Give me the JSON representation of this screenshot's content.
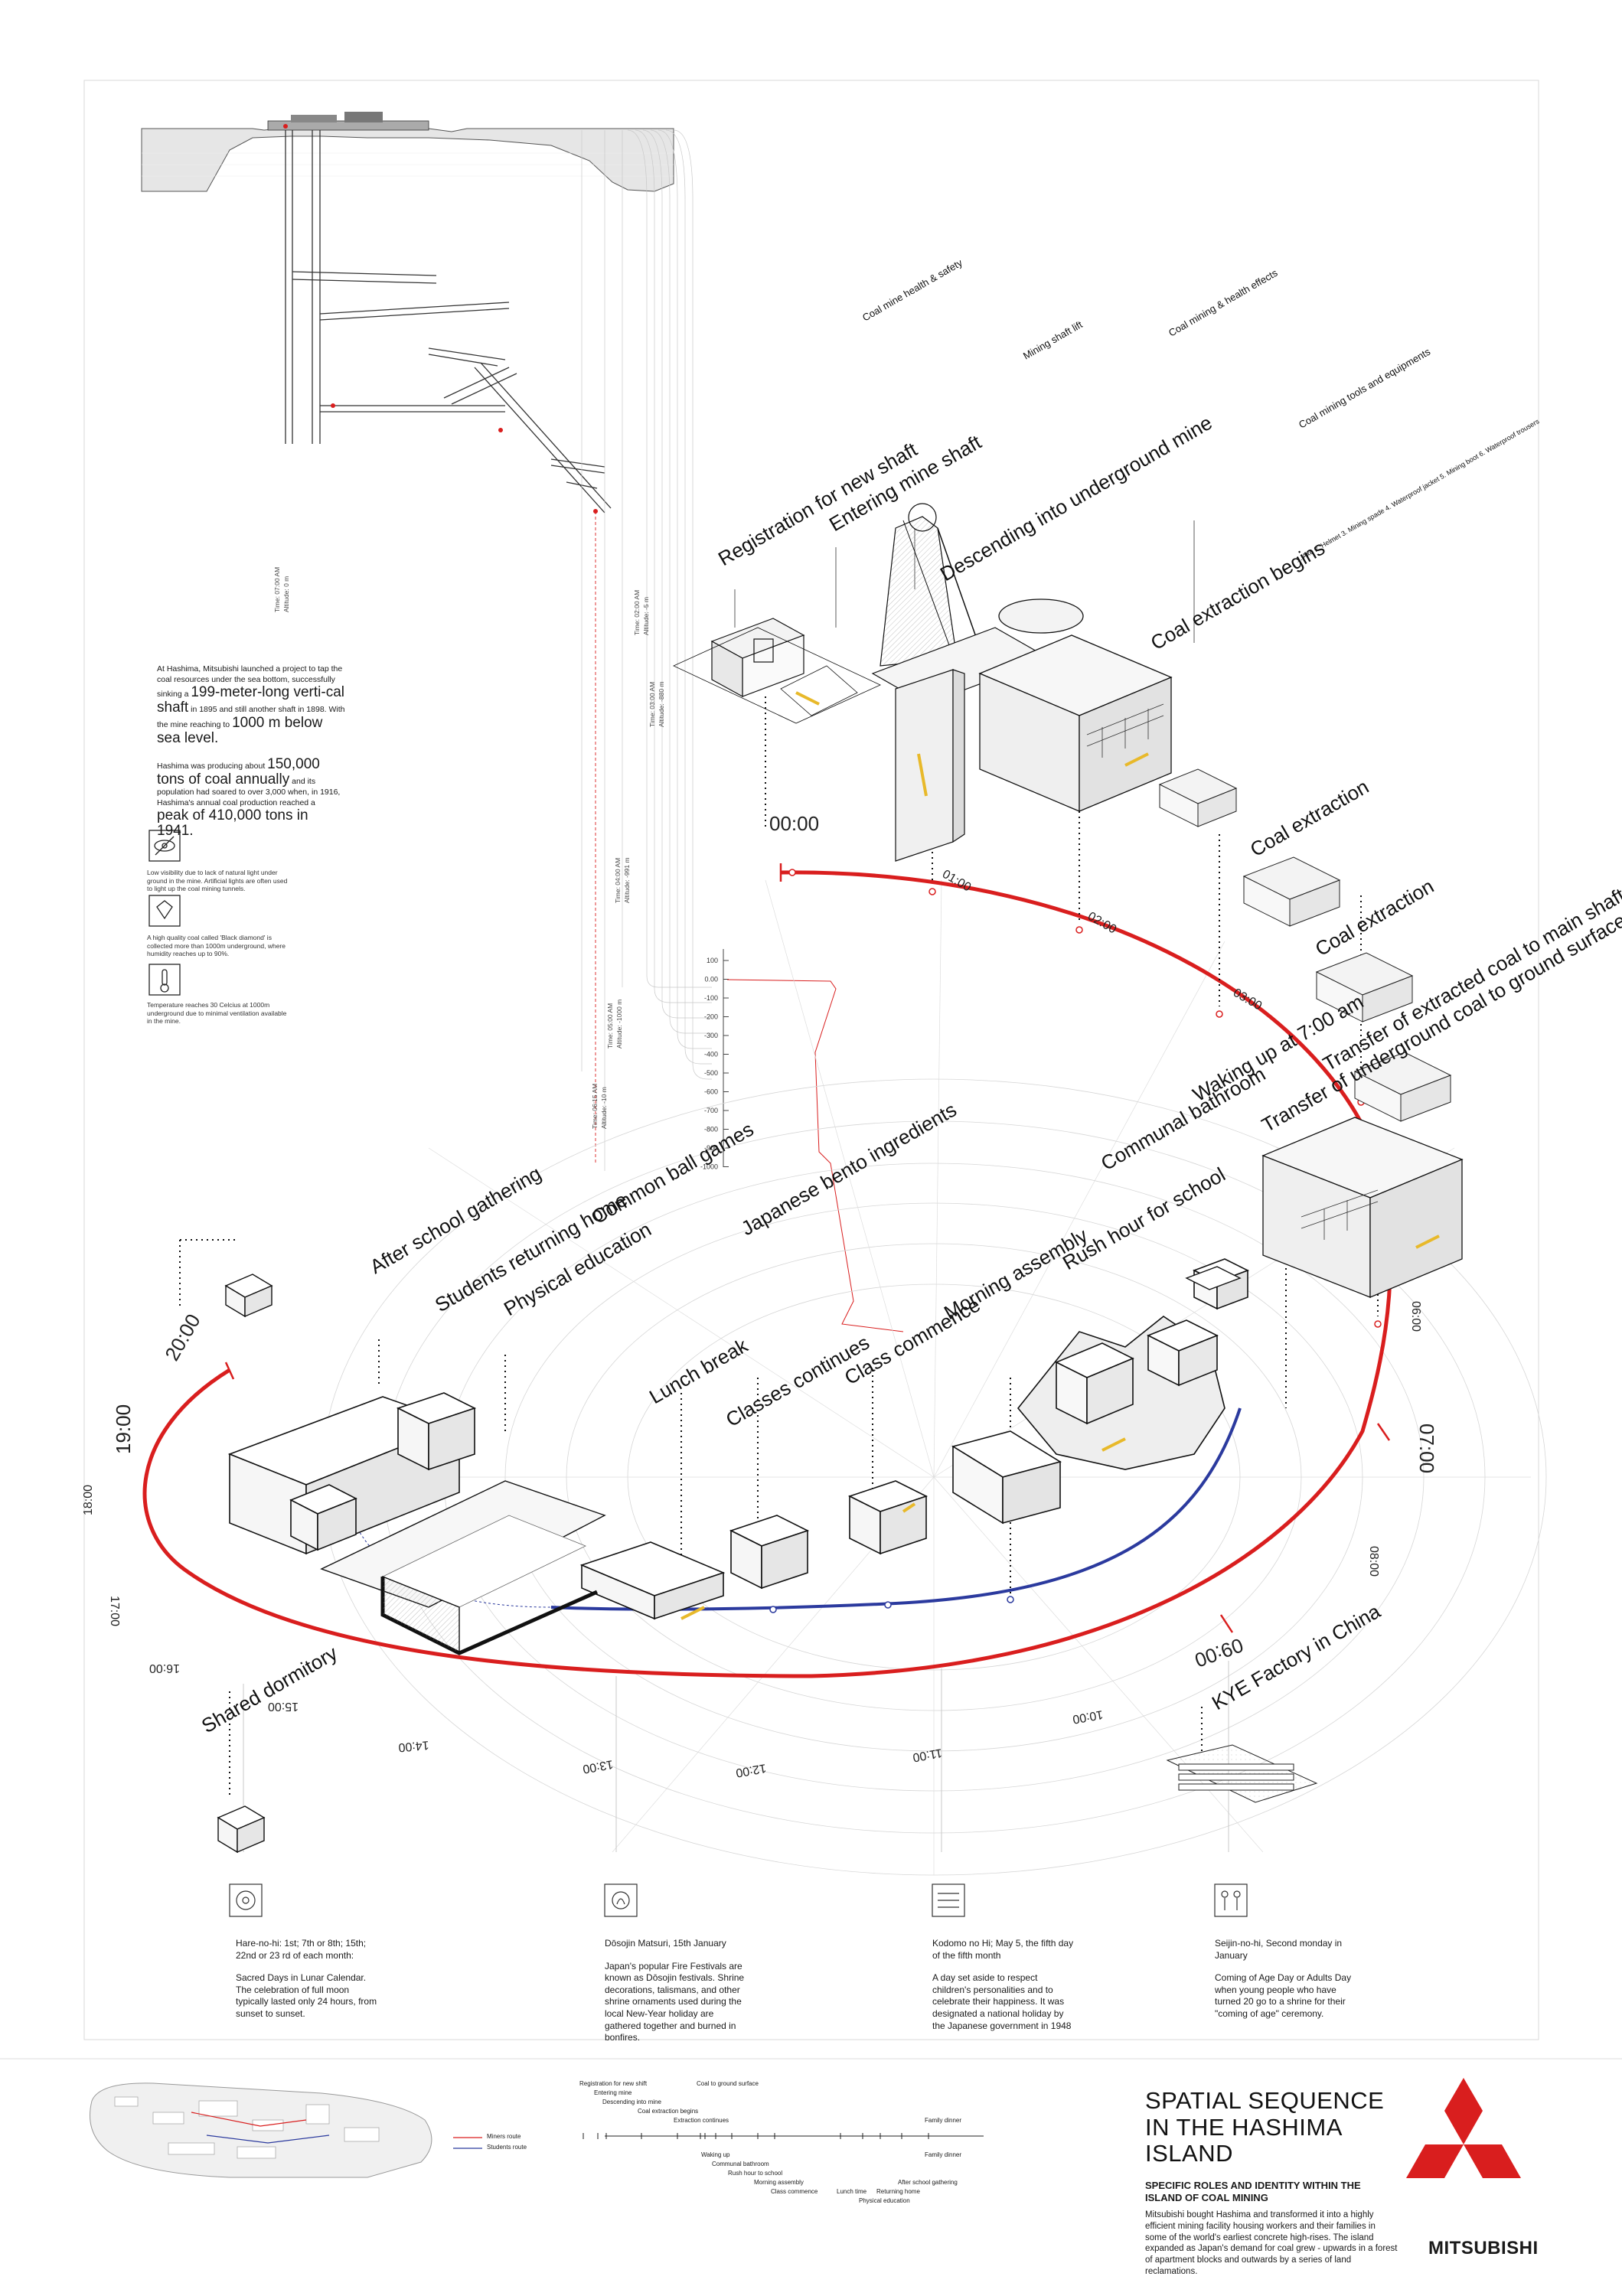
{
  "poster": {
    "title": "SPATIAL SEQUENCE IN THE HASHIMA ISLAND",
    "subtitle": "SPECIFIC ROLES AND IDENTITY WITHIN THE ISLAND OF COAL MINING",
    "description": "Mitsubishi bought Hashima and transformed it into a highly efficient mining facility housing workers and their families in some of the world's earliest concrete high-rises. The island expanded as Japan's demand for coal grew - upwards in a forest of apartment blocks and outwards by a series of land reclamations.",
    "brand": "MITSUBISHI",
    "colors": {
      "miners_route": "#d91e1e",
      "students_route": "#2b3a9e",
      "accent_yellow": "#e8b92a",
      "ink": "#1a1a1a"
    }
  },
  "intro": {
    "p1_a": "At Hashima, Mitsubishi launched a project to tap the coal resources under the sea bottom, successfully sinking a ",
    "p1_b": "199-meter-long verti-cal shaft",
    "p1_c": " in 1895 and still another shaft in 1898. With the mine reaching to ",
    "p1_d": "1000 m below sea level.",
    "p2_a": "Hashima was producing about ",
    "p2_b": "150,000 tons of coal annually",
    "p2_c": " and its population had soared to over 3,000 when, in 1916, Hashima's annual coal production reached a ",
    "p2_d": "peak of 410,000 tons in 1941."
  },
  "conditions": [
    {
      "icon": "eye-slash-icon",
      "text": "Low visibility due to lack of natural light under ground in the mine. Artificial lights are often used to light up the coal mining tunnels."
    },
    {
      "icon": "diamond-icon",
      "text": "A high quality coal called 'Black diamond' is collected more than 1000m underground, where humidity reaches up to 90%."
    },
    {
      "icon": "thermometer-icon",
      "text": "Temperature reaches 30 Celcius at 1000m underground due to minimal ventilation available in the mine."
    }
  ],
  "depth_axis": [
    "100",
    "0.00",
    "-100",
    "-200",
    "-300",
    "-400",
    "-500",
    "-600",
    "-700",
    "-800",
    "-900",
    "-1000"
  ],
  "depth_readings": [
    {
      "time": "Time: 07:00 AM",
      "altitude": "Altitude: 0 m"
    },
    {
      "time": "Time: 02:00 AM",
      "altitude": "Altitude: -5 m"
    },
    {
      "time": "Time: 03:00 AM",
      "altitude": "Altitude: -880 m"
    },
    {
      "time": "Time: 04:00 AM",
      "altitude": "Altitude: -991 m"
    },
    {
      "time": "Time: 05:00 AM",
      "altitude": "Altitude: -1000 m"
    },
    {
      "time": "Time: 06:15 AM",
      "altitude": "Altitude: -10 m"
    }
  ],
  "clock_hours": [
    "00:00",
    "01:00",
    "02:00",
    "03:00",
    "06:00",
    "07:00",
    "08:00",
    "09:00",
    "10:00",
    "11:00",
    "12:00",
    "13:00",
    "14:00",
    "15:00",
    "16:00",
    "17:00",
    "18:00",
    "19:00",
    "20:00"
  ],
  "events": {
    "registration": "Registration for new shaft",
    "entering": "Entering mine shaft",
    "descending": "Descending into underground mine",
    "extraction_begins": "Coal extraction begins",
    "extraction1": "Coal extraction",
    "extraction2": "Coal extraction",
    "transfer_main": "Transfer of extracted coal to main shaft",
    "transfer_surface": "Transfer of underground coal to ground surface",
    "waking": "Waking up at 7:00 am",
    "communal": "Communal bathroom",
    "rush": "Rush hour for school",
    "morning": "Morning assembly",
    "class_commence": "Class commence",
    "classes_continue": "Classes continues",
    "lunch": "Lunch break",
    "bento": "Japanese bento ingredients",
    "pe": "Physical education",
    "returning": "Students returning home",
    "after_school": "After school gathering",
    "ball_games": "Common ball games",
    "dormitory": "Shared dormitory",
    "kye": "KYE Factory in China"
  },
  "small_titles": {
    "health_safety": "Coal mine health & safety",
    "lift": "Mining shaft lift",
    "health_effects": "Coal mining & health effects",
    "tools": "Coal mining tools and equipments",
    "tools_list": "1. Axe  2. Helmet  3. Mining spade  4. Waterproof jacket  5. Mining boot  6. Waterproof trousers"
  },
  "festivals": [
    {
      "icon": "moon-face-icon",
      "when": "Hare-no-hi: 1st; 7th or 8th; 15th; 22nd or 23 rd of each month:",
      "desc": "Sacred Days in Lunar Calendar. The celebration of full moon typically lasted only 24 hours, from sunset to sunset."
    },
    {
      "icon": "fire-festival-icon",
      "when": "Dōsojin Matsuri, 15th January",
      "desc": "Japan's popular Fire Festivals are known as Dōsojin festivals. Shrine decorations, talismans, and other shrine ornaments used during the local New-Year holiday are gathered together and burned in bonfires."
    },
    {
      "icon": "koinobori-icon",
      "when": "Kodomo no Hi; May 5, the fifth day of the fifth month",
      "desc": "A day set aside to respect children's personalities and to celebrate their happiness. It was designated a national holiday by the Japanese government in 1948"
    },
    {
      "icon": "two-people-icon",
      "when": "Seijin-no-hi, Second monday in January",
      "desc": "Coming of Age Day or Adults Day when young people who have turned 20 go to a shrine for their \"coming of age\" ceremony."
    }
  ],
  "legend": {
    "miners": "Miners route",
    "students": "Students route"
  },
  "timeline_top": [
    "Registration for new shift",
    "Entering mine",
    "Descending into mine",
    "Coal extraction begins",
    "Extraction continues",
    "Coal to ground surface",
    "Family dinner"
  ],
  "timeline_bottom": [
    "Waking up",
    "Communal bathroom",
    "Rush hour to school",
    "Morning assembly",
    "Class commence",
    "Lunch time",
    "Physical education",
    "Returning home",
    "After school gathering",
    "Family dinner"
  ]
}
